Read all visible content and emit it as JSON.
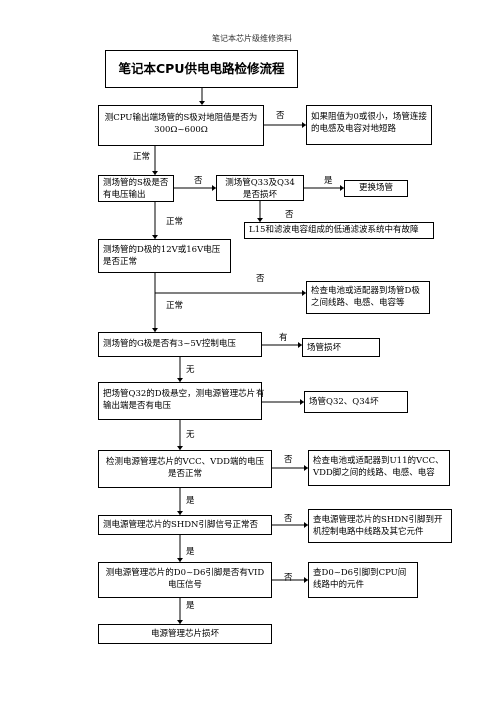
{
  "header": "笔记本芯片级维修资料",
  "title": "笔记本CPU供电电路检修流程",
  "boxes": {
    "b1": "测CPU输出端场管的S极对地阻值是否为300Ω~600Ω",
    "b1r": "如果阻值为0或很小，场管连接的电感及电容对地短路",
    "b2": "测场管的S极是否有电压输出",
    "b2r": "测场管Q33及Q34是否损坏",
    "b2rr": "更换场管",
    "b2f": "L15和滤波电容组成的低通滤波系统中有故障",
    "b3": "测场管的D极的12V或16V电压是否正常",
    "b3r": "检查电池或适配器到场管D极之间线路、电感、电容等",
    "b4": "测场管的G极是否有3~5V控制电压",
    "b4r": "场管损坏",
    "b5": "把场管Q32的D极悬空，测电源管理芯片输出端是否有电压",
    "b5r": "场管Q32、Q34坏",
    "b6": "检测电源管理芯片的VCC、VDD端的电压是否正常",
    "b6r": "检查电池或适配器到U11的VCC、VDD脚之间的线路、电感、电容",
    "b7": "测电源管理芯片的SHDN引脚信号正常否",
    "b7r": "查电源管理芯片的SHDN引脚到开机控制电路中线路及其它元件",
    "b8": "测电源管理芯片的D0~D6引脚是否有VID电压信号",
    "b8r": "查D0~D6引脚到CPU间线路中的元件",
    "b9": "电源管理芯片损坏"
  },
  "labels": {
    "no": "否",
    "normal": "正常",
    "yes": "是",
    "has": "有",
    "none": "无"
  }
}
